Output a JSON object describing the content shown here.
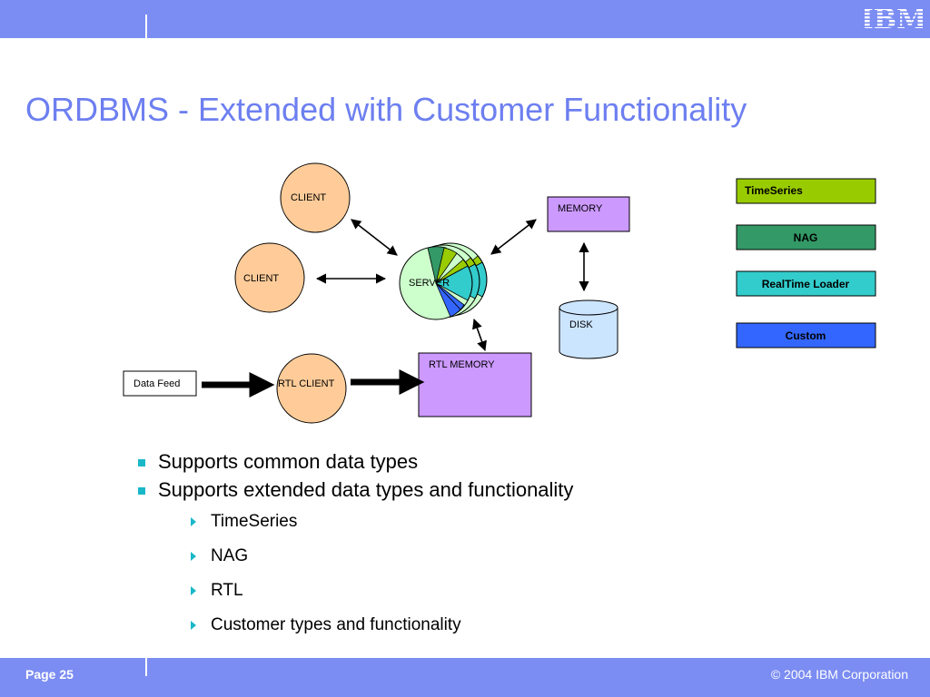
{
  "header": {
    "logo_text": "IBM"
  },
  "slide": {
    "title": "ORDBMS - Extended with Customer Functionality"
  },
  "diagram": {
    "nodes": {
      "client_top": "CLIENT",
      "client_mid": "CLIENT",
      "server": "SERVER",
      "memory": "MEMORY",
      "disk": "DISK",
      "data_feed": "Data Feed",
      "rtl_client": "RTL CLIENT",
      "rtl_memory": "RTL MEMORY"
    },
    "legend": [
      {
        "label": "TimeSeries",
        "color": "#99cc00"
      },
      {
        "label": "NAG",
        "color": "#339966"
      },
      {
        "label": "RealTime Loader",
        "color": "#33cccc"
      },
      {
        "label": "Custom",
        "color": "#3366ff"
      }
    ],
    "colors": {
      "client_fill": "#ffcc99",
      "server_fill": "#ccffcc",
      "memory_fill": "#cc99ff",
      "disk_fill": "#cce5ff"
    }
  },
  "bullets": [
    "Supports common data types",
    "Supports extended data types and functionality"
  ],
  "sub_bullets": [
    "TimeSeries",
    "NAG",
    "RTL",
    "Customer types and functionality"
  ],
  "footer": {
    "page": "Page 25",
    "copyright": "© 2004 IBM Corporation"
  }
}
